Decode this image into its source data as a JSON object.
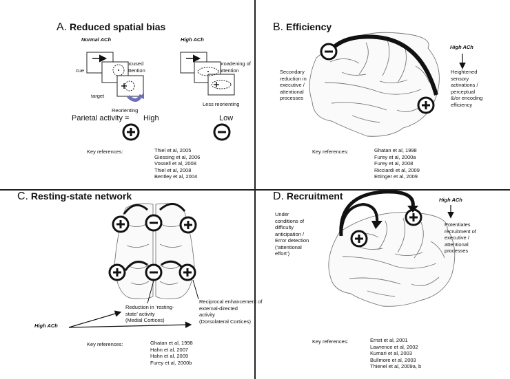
{
  "panelA": {
    "letter": "A.",
    "title": "Reduced spatial bias",
    "normal_label": "Normal ACh",
    "high_label": "High ACh",
    "cue": "cue",
    "focused": "focused",
    "attention": "attention",
    "target": "target",
    "reorienting": "Reorienting",
    "broadening": "broadening of",
    "attention2": "attention",
    "less_reorienting": "Less reorienting",
    "parietal": "Parietal activity =",
    "high": "High",
    "low": "Low",
    "refs_label": "Key references:",
    "refs": [
      "Thiel et al, 2005",
      "Giessing et al, 2006",
      "Vossell et al, 2008",
      "Thiel et al, 2008",
      "Bentley et al, 2004"
    ]
  },
  "panelB": {
    "letter": "B.",
    "title": "Efficiency",
    "high_label": "High ACh",
    "left_text": [
      "Secondary",
      "reduction in",
      "executive /",
      "attentional",
      "processes"
    ],
    "right_text": [
      "Heightened",
      "sensory",
      "activations /",
      "perceptual",
      "&/or encoding",
      "efficiency"
    ],
    "refs_label": "Key references:",
    "refs": [
      "Ghatan et al, 1998",
      "Furey et al, 2000a",
      "Furey et al, 2008",
      "Ricciardi et al, 2009",
      "Ettinger et al, 2009"
    ]
  },
  "panelC": {
    "letter": "C.",
    "title": "Resting-state network",
    "medial": [
      "Reduction in ‘resting-",
      "state’ activity",
      "(Medial Cortices)"
    ],
    "lateral": [
      "Reciprocal enhancement",
      "of",
      "external-directed",
      "activity",
      "(Dorsolateral Cortices)"
    ],
    "high_label": "High ACh",
    "refs_label": "Key references:",
    "refs": [
      "Ghatan et al, 1998",
      "Hahn et al, 2007",
      "Hahn et al, 2009",
      "Furey et al, 2000b"
    ]
  },
  "panelD": {
    "letter": "D.",
    "title": "Recruitment",
    "high_label": "High ACh",
    "left_text": [
      "Under",
      "conditions of",
      "difficulty",
      "anticipation /",
      "Error detection",
      "(‘attentional",
      "effort’)"
    ],
    "right_text": [
      "Potentiates",
      "recruitment of",
      "executive /",
      "attentional",
      "processes"
    ],
    "refs_label": "Key references:",
    "refs": [
      "Ernst et al, 2001",
      "Lawrence et al, 2002",
      "Kumari et al, 2003",
      "Bullmore et al, 2003",
      "Thienel et al, 2009a, b"
    ]
  }
}
